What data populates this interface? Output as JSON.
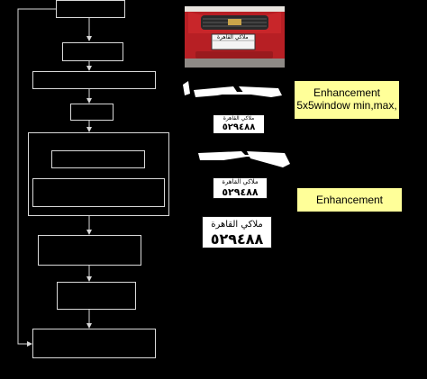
{
  "callouts": {
    "enhancement_minmax": {
      "line1": "Enhancement",
      "line2": "5x5window  min,max,"
    },
    "enhancement": {
      "label": "Enhancement"
    }
  },
  "plate": {
    "arabic_text": "ملاكي القاهرة",
    "number": "٥٢٩٤٨٨"
  },
  "car_photo": {
    "body_color": "#c4262a",
    "grille_color": "#2a2a2a"
  },
  "colors": {
    "background": "#000000",
    "lines": "#d9d9d9",
    "callout_fill": "#ffff99"
  }
}
